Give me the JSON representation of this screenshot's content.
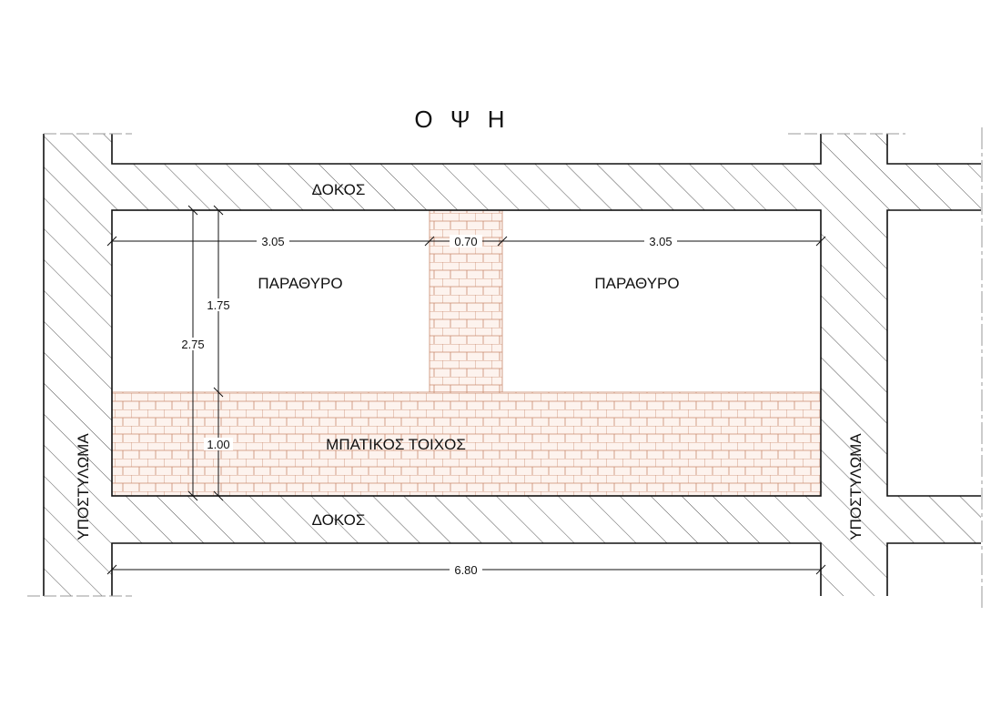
{
  "title": "Ο Ψ Η",
  "labels": {
    "beam_top": "ΔΟΚΟΣ",
    "beam_bottom": "ΔΟΚΟΣ",
    "window_left": "ΠΑΡΑΘΥΡΟ",
    "window_right": "ΠΑΡΑΘΥΡΟ",
    "parapet_wall": "ΜΠΑΤΙΚΟΣ ΤΟΙΧΟΣ",
    "column_left": "ΥΠΟΣΤΥΛΩΜΑ",
    "column_right": "ΥΠΟΣΤΥΛΩΜΑ"
  },
  "dimensions": {
    "window_left_width": "3.05",
    "pier_width": "0.70",
    "window_right_width": "3.05",
    "total_height": "2.75",
    "window_height": "1.75",
    "parapet_height": "1.00",
    "total_width": "6.80"
  },
  "colors": {
    "brick": "#c98a6e",
    "brick_fill": "#fdf3ee",
    "hatch": "#555555"
  }
}
